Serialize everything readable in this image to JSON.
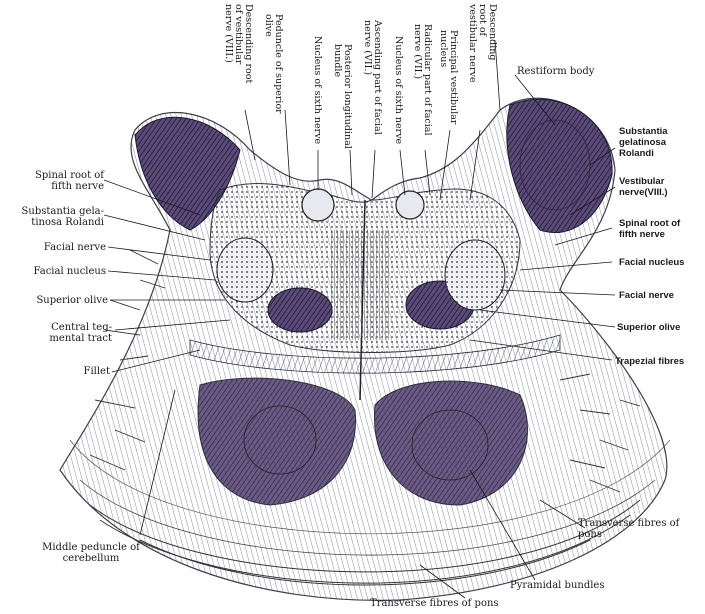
{
  "colors": {
    "ink": "#1a1a1a",
    "dark_nuclei": "#2e2340",
    "blue_tint": "#5a6fb5",
    "purple_tint": "#7a4a8a",
    "background": "#ffffff"
  },
  "labels": {
    "descending_root_viii": "Descending root\nof vestibular\nnerve (VIII.)",
    "peduncle_superior_olive": "Peduncle of superior\nolive",
    "nucleus_sixth_nerve_top": "Nucleus of sixth nerve",
    "posterior_longitudinal_bundle": "Posterior longitudinal\nbundle",
    "ascending_part_facial": "Ascending part of facial\nnerve (VII.)",
    "nucleus_sixth_nerve_2": "Nucleus of sixth nerve",
    "radicular_part_facial": "Radicular part of facial\nnerve (VII.)",
    "principal_vestibular_nucleus": "Principal vestibular\nnucleus",
    "descending_root_vestibular_right": "Descending\nroot of\nvestibular nerve",
    "restiform_body": "Restiform body",
    "substantia_gelatinosa_right": "Substantia\ngelatinosa\nRolandi",
    "vestibular_nerve_viii": "Vestibular\nnerve(VIII.)",
    "spinal_root_fifth_right": "Spinal root of\nfifth nerve",
    "facial_nucleus_right": "Facial nucleus",
    "facial_nerve_right": "Facial nerve",
    "superior_olive_right": "Superior olive",
    "trapezial_fibres": "Trapezial fibres",
    "transverse_fibres_pons_right": "Transverse fibres of\npons",
    "pyramidal_bundles": "Pyramidal bundles",
    "transverse_fibres_pons_bottom": "Transverse fibres of pons",
    "middle_peduncle_cerebellum": "Middle peduncle of\ncerebellum",
    "spinal_root_fifth_left": "Spinal root of\nfifth nerve",
    "substantia_gelatinosa_left": "Substantia gela-\ntinosa Rolandi",
    "facial_nerve_left": "Facial nerve",
    "facial_nucleus_left": "Facial nucleus",
    "superior_olive_left": "Superior olive",
    "central_tegmental_tract": "Central teg-\nmental tract",
    "fillet": "Fillet"
  }
}
